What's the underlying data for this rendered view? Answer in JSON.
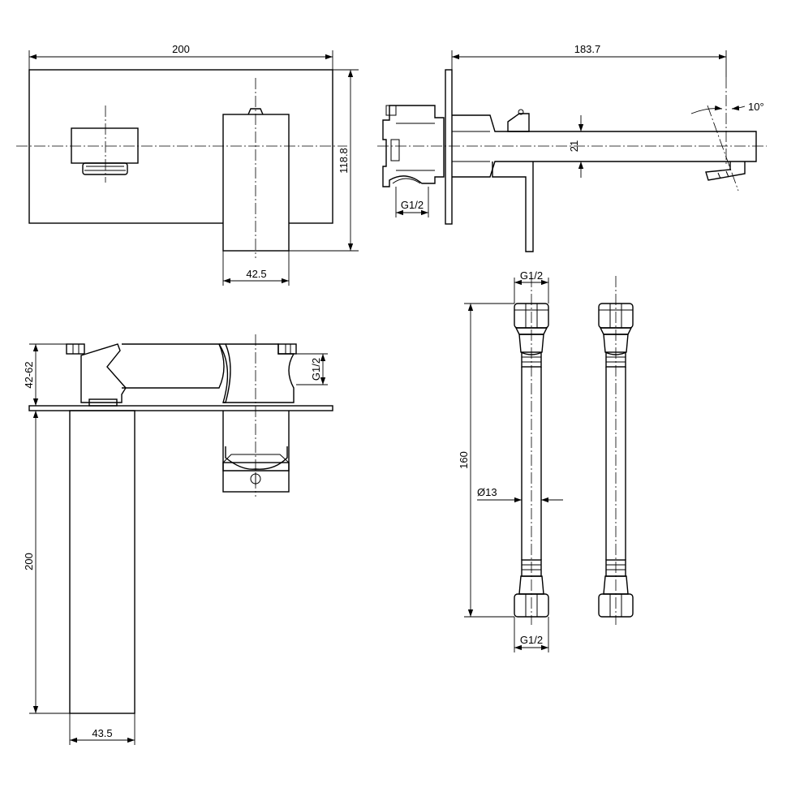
{
  "dimensions": {
    "front_width": "200",
    "front_height": "118.8",
    "lever_width": "42.5",
    "side_length": "183.7",
    "side_spout_height": "21",
    "side_inlet_thread": "G1/2",
    "side_angle": "10°",
    "top_depth_range": "42-62",
    "top_thread": "G1/2",
    "top_spout_length": "200",
    "top_spout_width": "43.5",
    "hose_top_thread": "G1/2",
    "hose_length": "160",
    "hose_diameter": "Ø13",
    "hose_bottom_thread": "G1/2"
  }
}
